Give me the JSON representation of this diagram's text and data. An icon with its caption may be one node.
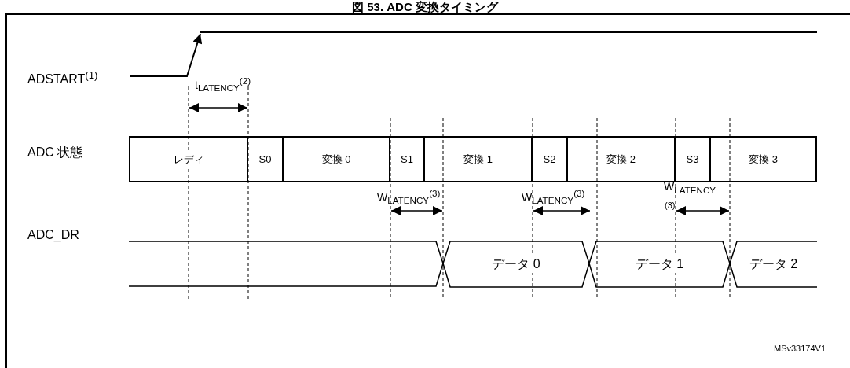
{
  "diagram": {
    "title": "図 53. ADC 変換タイミング",
    "nodes": [
      {
        "text": [
          "レディ"
        ]
      },
      {
        "text": [
          "S0"
        ]
      },
      {
        "text": [
          "変換 0"
        ]
      },
      {
        "text": [
          "S1"
        ]
      },
      {
        "text": [
          "変換 1"
        ]
      },
      {
        "text": [
          "S2"
        ]
      },
      {
        "text": [
          "変換 2"
        ]
      },
      {
        "text": [
          "S3"
        ]
      },
      {
        "text": [
          "変換 3"
        ]
      },
      {
        "text": [
          "データ 0"
        ]
      },
      {
        "text": [
          "データ 1"
        ]
      },
      {
        "text": [
          "データ 2"
        ]
      }
    ],
    "labels": [
      "ADSTART$^{(1)}$",
      "t$_{LATENCY}$$^{(2)}$",
      "ADC 状態",
      "W$_{LATENCY}$$^{(3)}$",
      "W$_{LATENCY}$$^{(3)}$",
      "W$_{LATENCY}$",
      "(3)",
      "ADC_DR",
      "MSv33174V1"
    ]
  }
}
